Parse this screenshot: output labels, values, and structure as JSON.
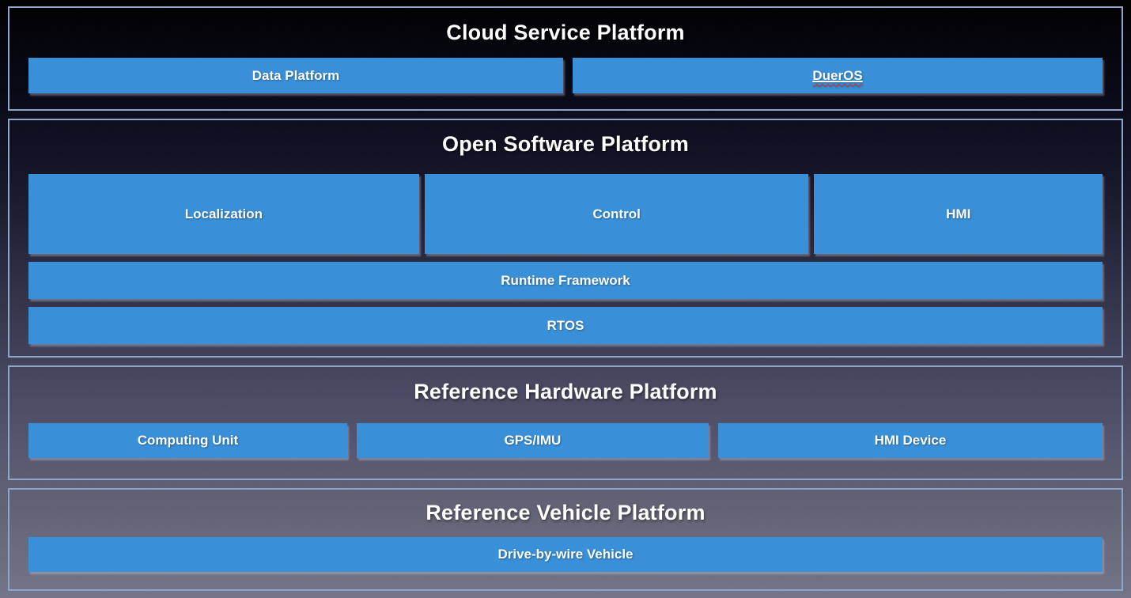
{
  "colors": {
    "accent": "#3a90d8",
    "border": "#8fa5c8",
    "text": "#ffffff",
    "squiggle": "#e0251d",
    "bg_top": "#000001",
    "bg_bottom": "#74748a"
  },
  "sections": [
    {
      "title": "Cloud Service Platform",
      "rows": [
        {
          "boxes": [
            {
              "label": "Data Platform"
            },
            {
              "label": "DuerOS",
              "underlined": true,
              "spellcheck_squiggle": true
            }
          ]
        }
      ]
    },
    {
      "title": "Open Software Platform",
      "rows": [
        {
          "boxes": [
            {
              "label": "Localization"
            },
            {
              "label": "Control"
            },
            {
              "label": "HMI"
            }
          ]
        },
        {
          "boxes": [
            {
              "label": "Runtime Framework"
            }
          ]
        },
        {
          "boxes": [
            {
              "label": "RTOS"
            }
          ]
        }
      ]
    },
    {
      "title": "Reference Hardware Platform",
      "rows": [
        {
          "boxes": [
            {
              "label": "Computing Unit"
            },
            {
              "label": "GPS/IMU"
            },
            {
              "label": "HMI Device"
            }
          ]
        }
      ]
    },
    {
      "title": "Reference Vehicle Platform",
      "rows": [
        {
          "boxes": [
            {
              "label": "Drive-by-wire Vehicle"
            }
          ]
        }
      ]
    }
  ]
}
